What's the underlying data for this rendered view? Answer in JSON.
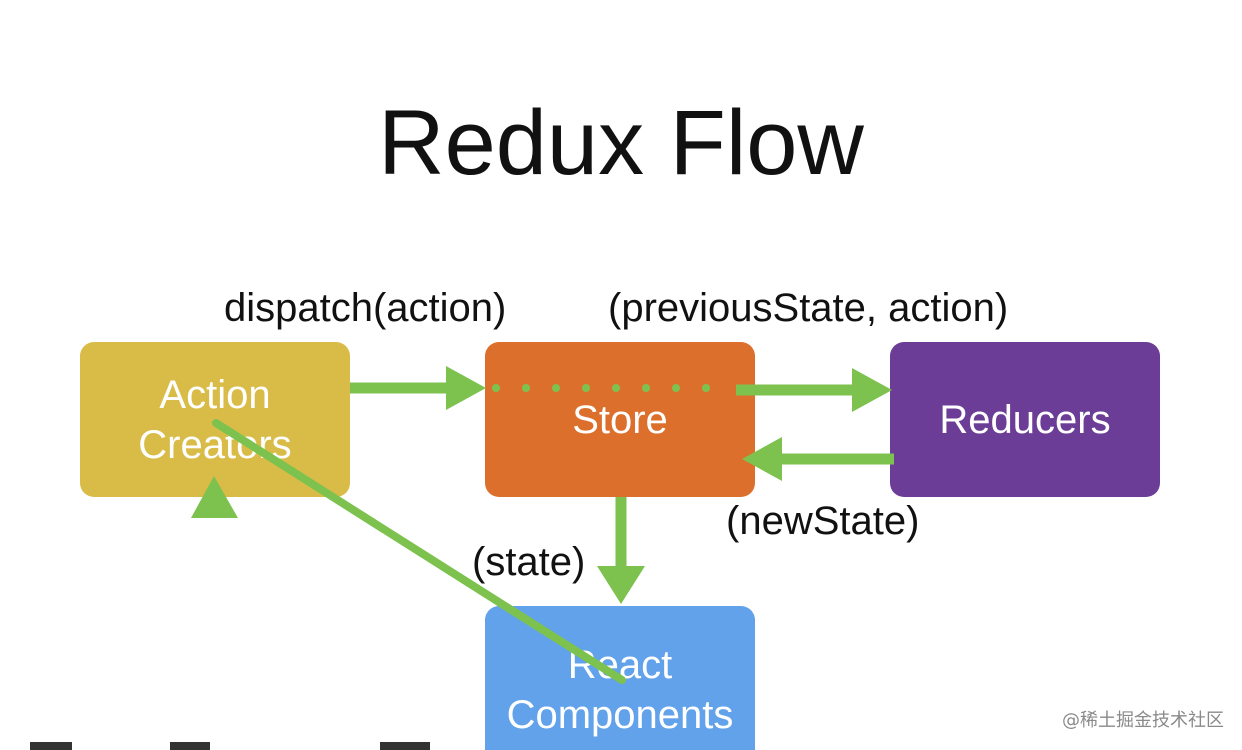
{
  "title": "Redux Flow",
  "nodes": {
    "action_creators": {
      "line1": "Action",
      "line2": "Creators",
      "color": "#d9bc48"
    },
    "store": {
      "label": "Store",
      "color": "#dd6f2d"
    },
    "reducers": {
      "label": "Reducers",
      "color": "#6c3d96"
    },
    "react_components": {
      "line1": "React",
      "line2": "Components",
      "color": "#61a2ea"
    }
  },
  "edge_labels": {
    "dispatch": "dispatch(action)",
    "previous_state": "(previousState, action)",
    "new_state": "(newState)",
    "state": "(state)"
  },
  "arrow_color": "#7dc24e",
  "watermark": "@稀土掘金技术社区"
}
